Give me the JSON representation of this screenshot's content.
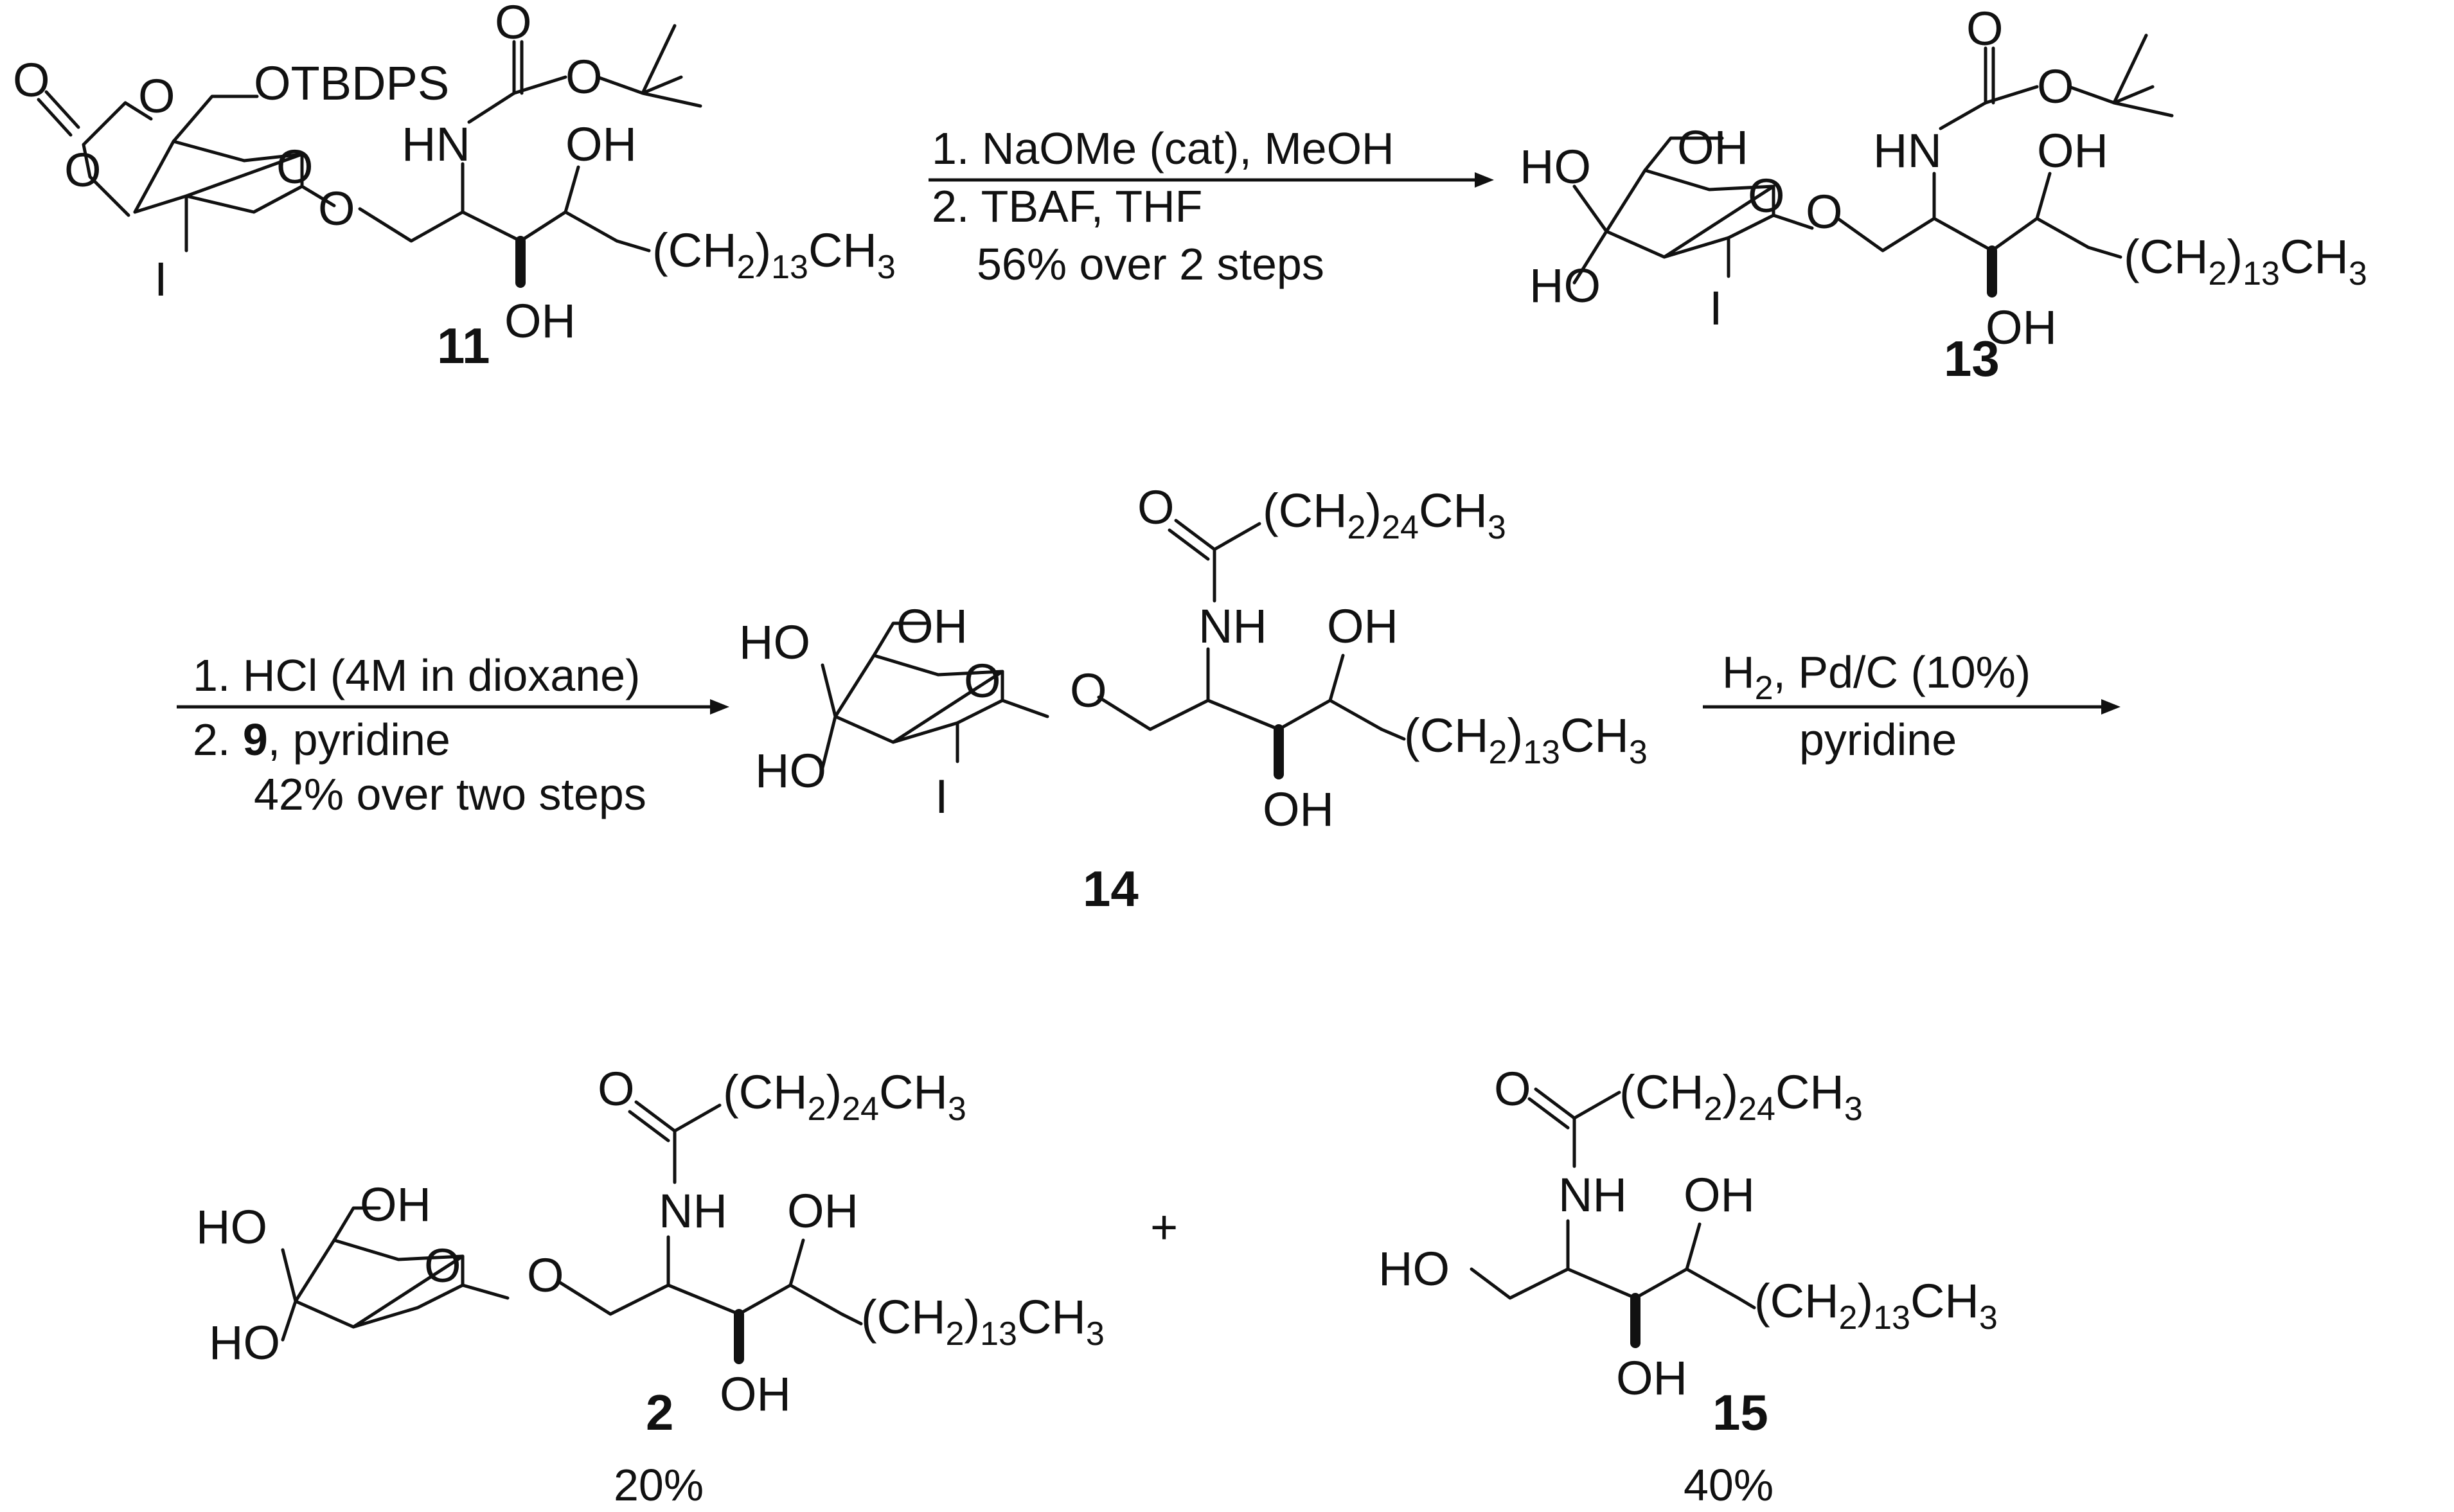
{
  "compounds": {
    "c11": {
      "number": "11",
      "labels": {
        "otbdps": "OTBDPS",
        "hn": "HN",
        "oh_top": "OH",
        "oh_bottom": "OH",
        "iodo": "I"
      },
      "chain": {
        "head": "(CH",
        "sub1": "2",
        "mid": ")",
        "sub2": "13",
        "tail": "CH",
        "sub3": "3"
      }
    },
    "c13": {
      "number": "13",
      "labels": {
        "ho_4": "HO",
        "ho_3": "HO",
        "oh_6": "OH",
        "hn": "HN",
        "oh_top": "OH",
        "oh_bottom": "OH",
        "iodo": "I"
      },
      "chain": {
        "head": "(CH",
        "sub1": "2",
        "mid": ")",
        "sub2": "13",
        "tail": "CH",
        "sub3": "3"
      }
    },
    "c14": {
      "number": "14",
      "labels": {
        "ho_4": "HO",
        "ho_3": "HO",
        "oh_6": "OH",
        "nh": "NH",
        "oh_top": "OH",
        "oh_bottom": "OH",
        "iodo": "I"
      },
      "acyl": {
        "head": "(CH",
        "sub1": "2",
        "mid": ")",
        "sub2": "24",
        "tail": "CH",
        "sub3": "3"
      },
      "chain": {
        "head": "(CH",
        "sub1": "2",
        "mid": ")",
        "sub2": "13",
        "tail": "CH",
        "sub3": "3"
      }
    },
    "c2": {
      "number": "2",
      "yield": "20%",
      "labels": {
        "ho_4": "HO",
        "ho_3": "HO",
        "oh_6": "OH",
        "nh": "NH",
        "oh_top": "OH",
        "oh_bottom": "OH"
      },
      "acyl": {
        "head": "(CH",
        "sub1": "2",
        "mid": ")",
        "sub2": "24",
        "tail": "CH",
        "sub3": "3"
      },
      "chain": {
        "head": "(CH",
        "sub1": "2",
        "mid": ")",
        "sub2": "13",
        "tail": "CH",
        "sub3": "3"
      }
    },
    "c15": {
      "number": "15",
      "yield": "40%",
      "labels": {
        "ho_1": "HO",
        "nh": "NH",
        "oh_top": "OH",
        "oh_bottom": "OH"
      },
      "acyl": {
        "head": "(CH",
        "sub1": "2",
        "mid": ")",
        "sub2": "24",
        "tail": "CH",
        "sub3": "3"
      },
      "chain": {
        "head": "(CH",
        "sub1": "2",
        "mid": ")",
        "sub2": "13",
        "tail": "CH",
        "sub3": "3"
      }
    }
  },
  "atoms": {
    "o": "O"
  },
  "reactions": {
    "r1": {
      "line1": "1. NaOMe (cat), MeOH",
      "line2": "2. TBAF, THF",
      "line3": "56% over 2 steps"
    },
    "r2": {
      "line1": "1. HCl (4M in dioxane)",
      "line2_prefix": "2. ",
      "line2_ref": "9",
      "line2_suffix": ", pyridine",
      "line3": "42% over two  steps"
    },
    "r3": {
      "line1_head": "H",
      "line1_sub": "2",
      "line1_tail": ", Pd/C (10%)",
      "line2": "pyridine"
    }
  },
  "plus": "+"
}
